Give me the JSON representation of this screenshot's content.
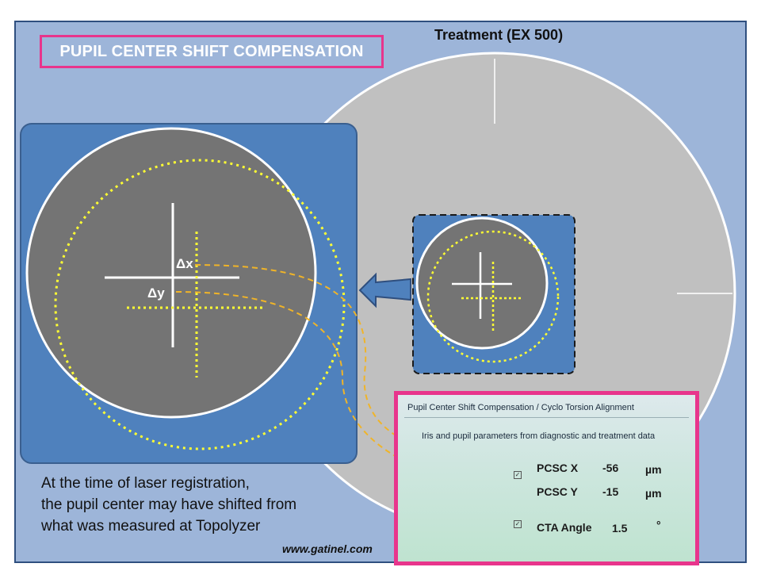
{
  "title": "PUPIL CENTER SHIFT COMPENSATION",
  "treatment_label": "Treatment (EX 500)",
  "delta_x": "Δx",
  "delta_y": "Δy",
  "caption": [
    "At the time of laser registration,",
    "the pupil center may have shifted from",
    "what was measured at Topolyzer"
  ],
  "url": "www.gatinel.com",
  "panel": {
    "title": "Pupil Center Shift Compensation / Cyclo Torsion Alignment",
    "subtitle": "Iris and pupil parameters from diagnostic and treatment data",
    "rows": [
      {
        "label": "PCSC X",
        "value": "-56",
        "unit": "µm"
      },
      {
        "label": "PCSC Y",
        "value": "-15",
        "unit": "µm"
      },
      {
        "label": "CTA Angle",
        "value": "1.5",
        "unit": "°"
      }
    ]
  },
  "colors": {
    "accent_pink": "#e8358c",
    "dotted_yellow": "#ffff33",
    "arrow_orange": "#f0b428",
    "pupil_gray": "#747474",
    "panel_blue": "#4f81bd"
  }
}
